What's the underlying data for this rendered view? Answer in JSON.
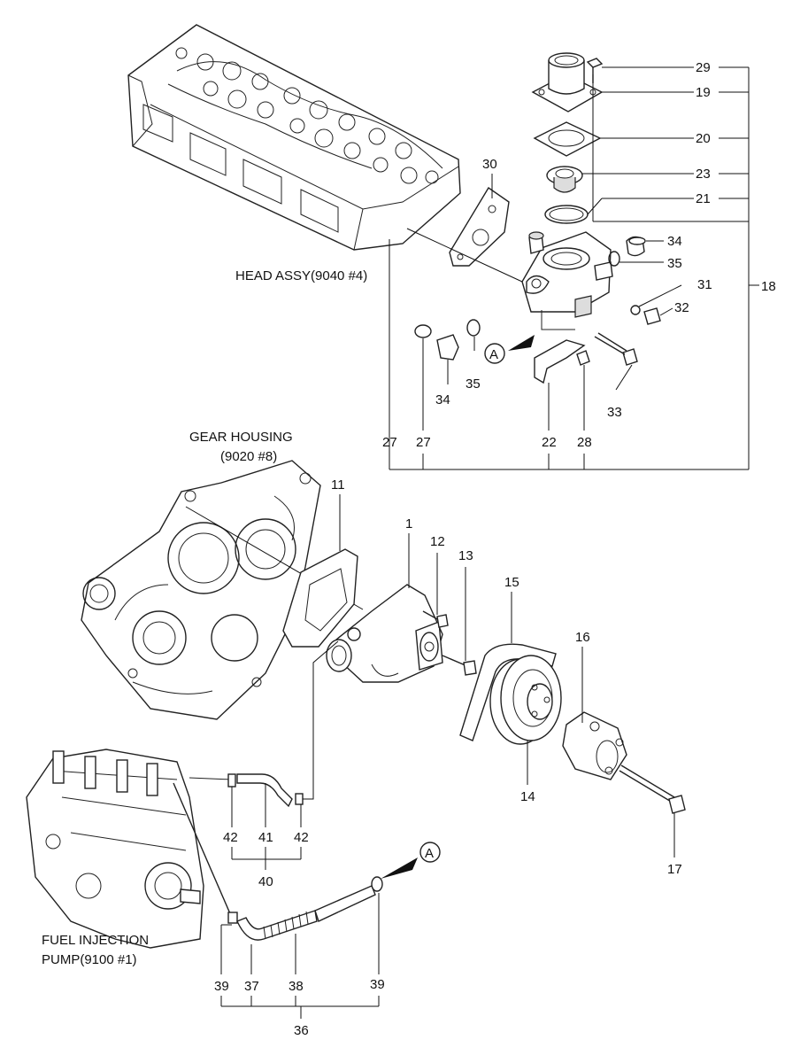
{
  "labels": {
    "head_assy": "HEAD ASSY(9040 #4)",
    "gear_housing_1": "GEAR HOUSING",
    "gear_housing_2": "(9020 #8)",
    "fuel_pump_1": "FUEL INJECTION",
    "fuel_pump_2": "PUMP(9100 #1)",
    "ref_a_1": "A",
    "ref_a_2": "A"
  },
  "callouts": {
    "n1": "1",
    "n11": "11",
    "n12": "12",
    "n13": "13",
    "n14": "14",
    "n15": "15",
    "n16": "16",
    "n17": "17",
    "n18": "18",
    "n19": "19",
    "n20": "20",
    "n21": "21",
    "n22": "22",
    "n23": "23",
    "n27a": "27",
    "n27b": "27",
    "n28": "28",
    "n29": "29",
    "n30": "30",
    "n31": "31",
    "n32": "32",
    "n33": "33",
    "n34a": "34",
    "n34b": "34",
    "n35a": "35",
    "n35b": "35",
    "n36": "36",
    "n37": "37",
    "n38": "38",
    "n39a": "39",
    "n39b": "39",
    "n40": "40",
    "n41": "41",
    "n42a": "42",
    "n42b": "42"
  }
}
